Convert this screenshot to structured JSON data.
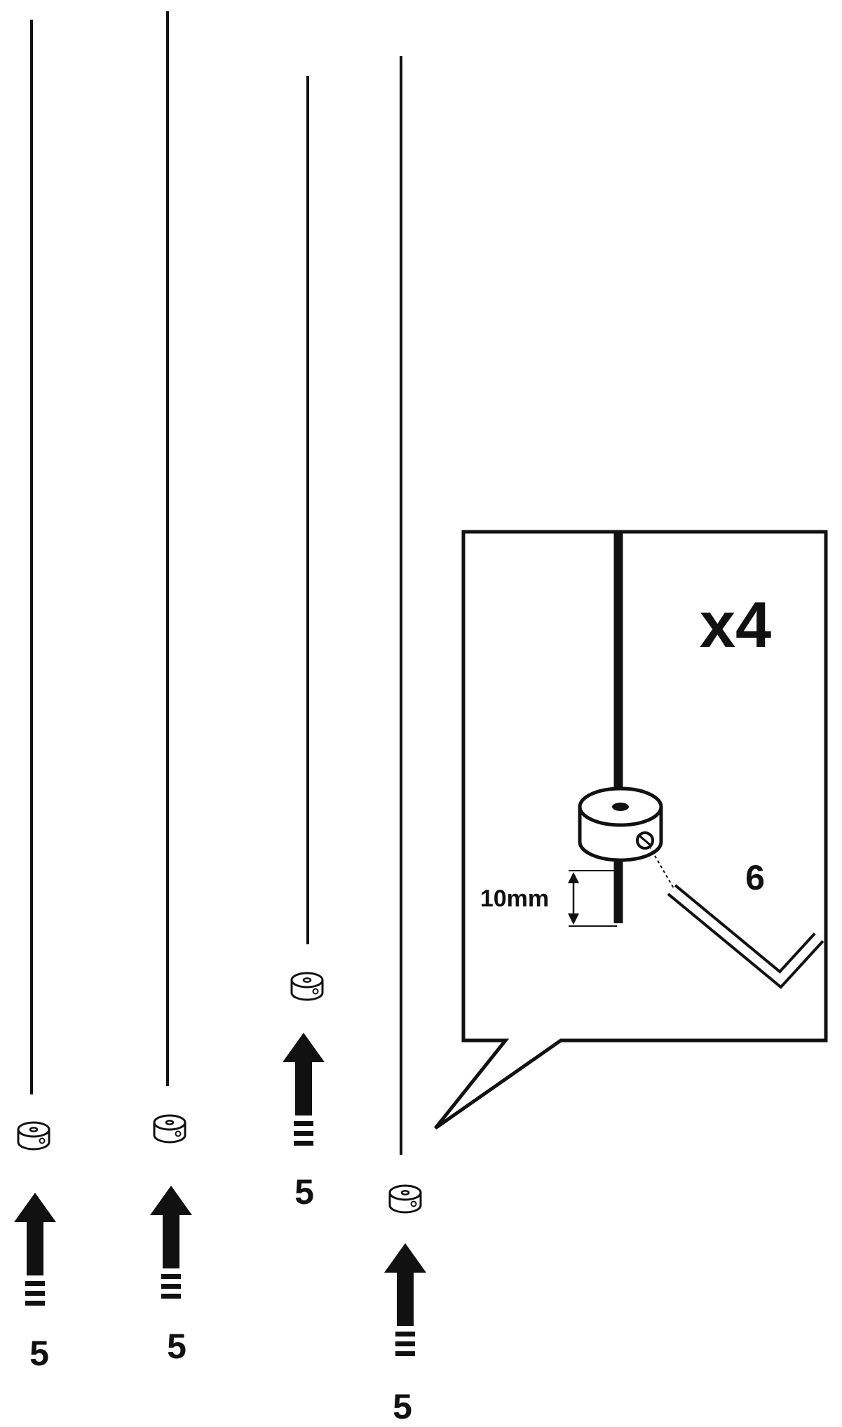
{
  "colors": {
    "ink": "#111111",
    "paper": "#ffffff"
  },
  "steps": [
    {
      "id": "rod-1",
      "count_label": "5",
      "part": "collar",
      "icon": "arrow-up-icon"
    },
    {
      "id": "rod-2",
      "count_label": "5",
      "part": "collar",
      "icon": "arrow-up-icon"
    },
    {
      "id": "rod-3",
      "count_label": "5",
      "part": "collar",
      "icon": "arrow-up-icon"
    },
    {
      "id": "rod-4",
      "count_label": "5",
      "part": "collar",
      "icon": "arrow-up-icon"
    }
  ],
  "detail": {
    "multiplier": "x4",
    "tool_label": "6",
    "dimension_label": "10mm",
    "tool_icon": "hex-key-icon",
    "part_icon": "shaft-collar-icon"
  }
}
